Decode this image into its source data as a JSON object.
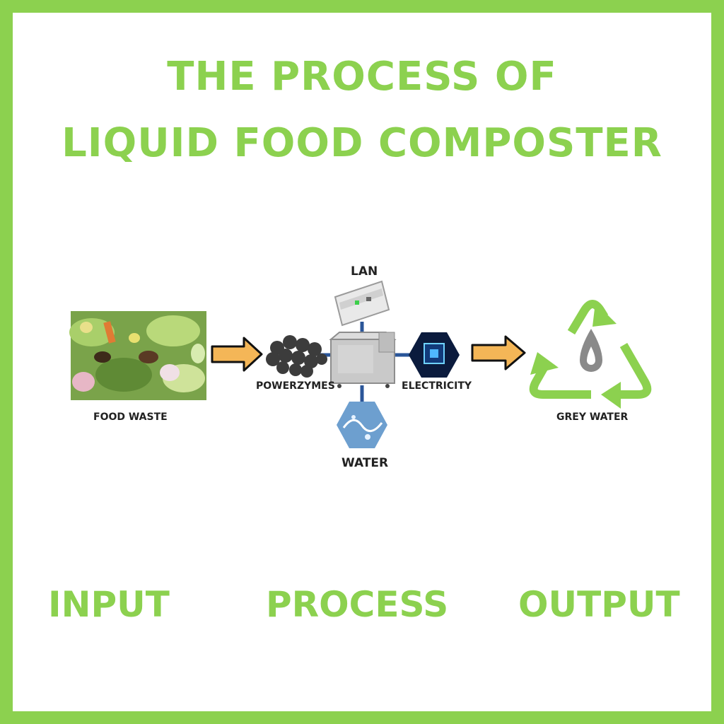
{
  "title": {
    "line1": "THE PROCESS OF",
    "line2": "LIQUID FOOD COMPOSTER"
  },
  "labels": {
    "food_waste": "FOOD WASTE",
    "powerzymes": "POWERZYMES",
    "lan": "LAN",
    "electricity": "ELECTRICITY",
    "water": "WATER",
    "grey_water": "GREY WATER"
  },
  "stages": {
    "input": "INPUT",
    "process": "PROCESS",
    "output": "OUTPUT"
  },
  "colors": {
    "accent": "#8cd14f",
    "arrow": "#f4b657",
    "connector": "#2a5599",
    "drop": "#8a8a8a"
  }
}
